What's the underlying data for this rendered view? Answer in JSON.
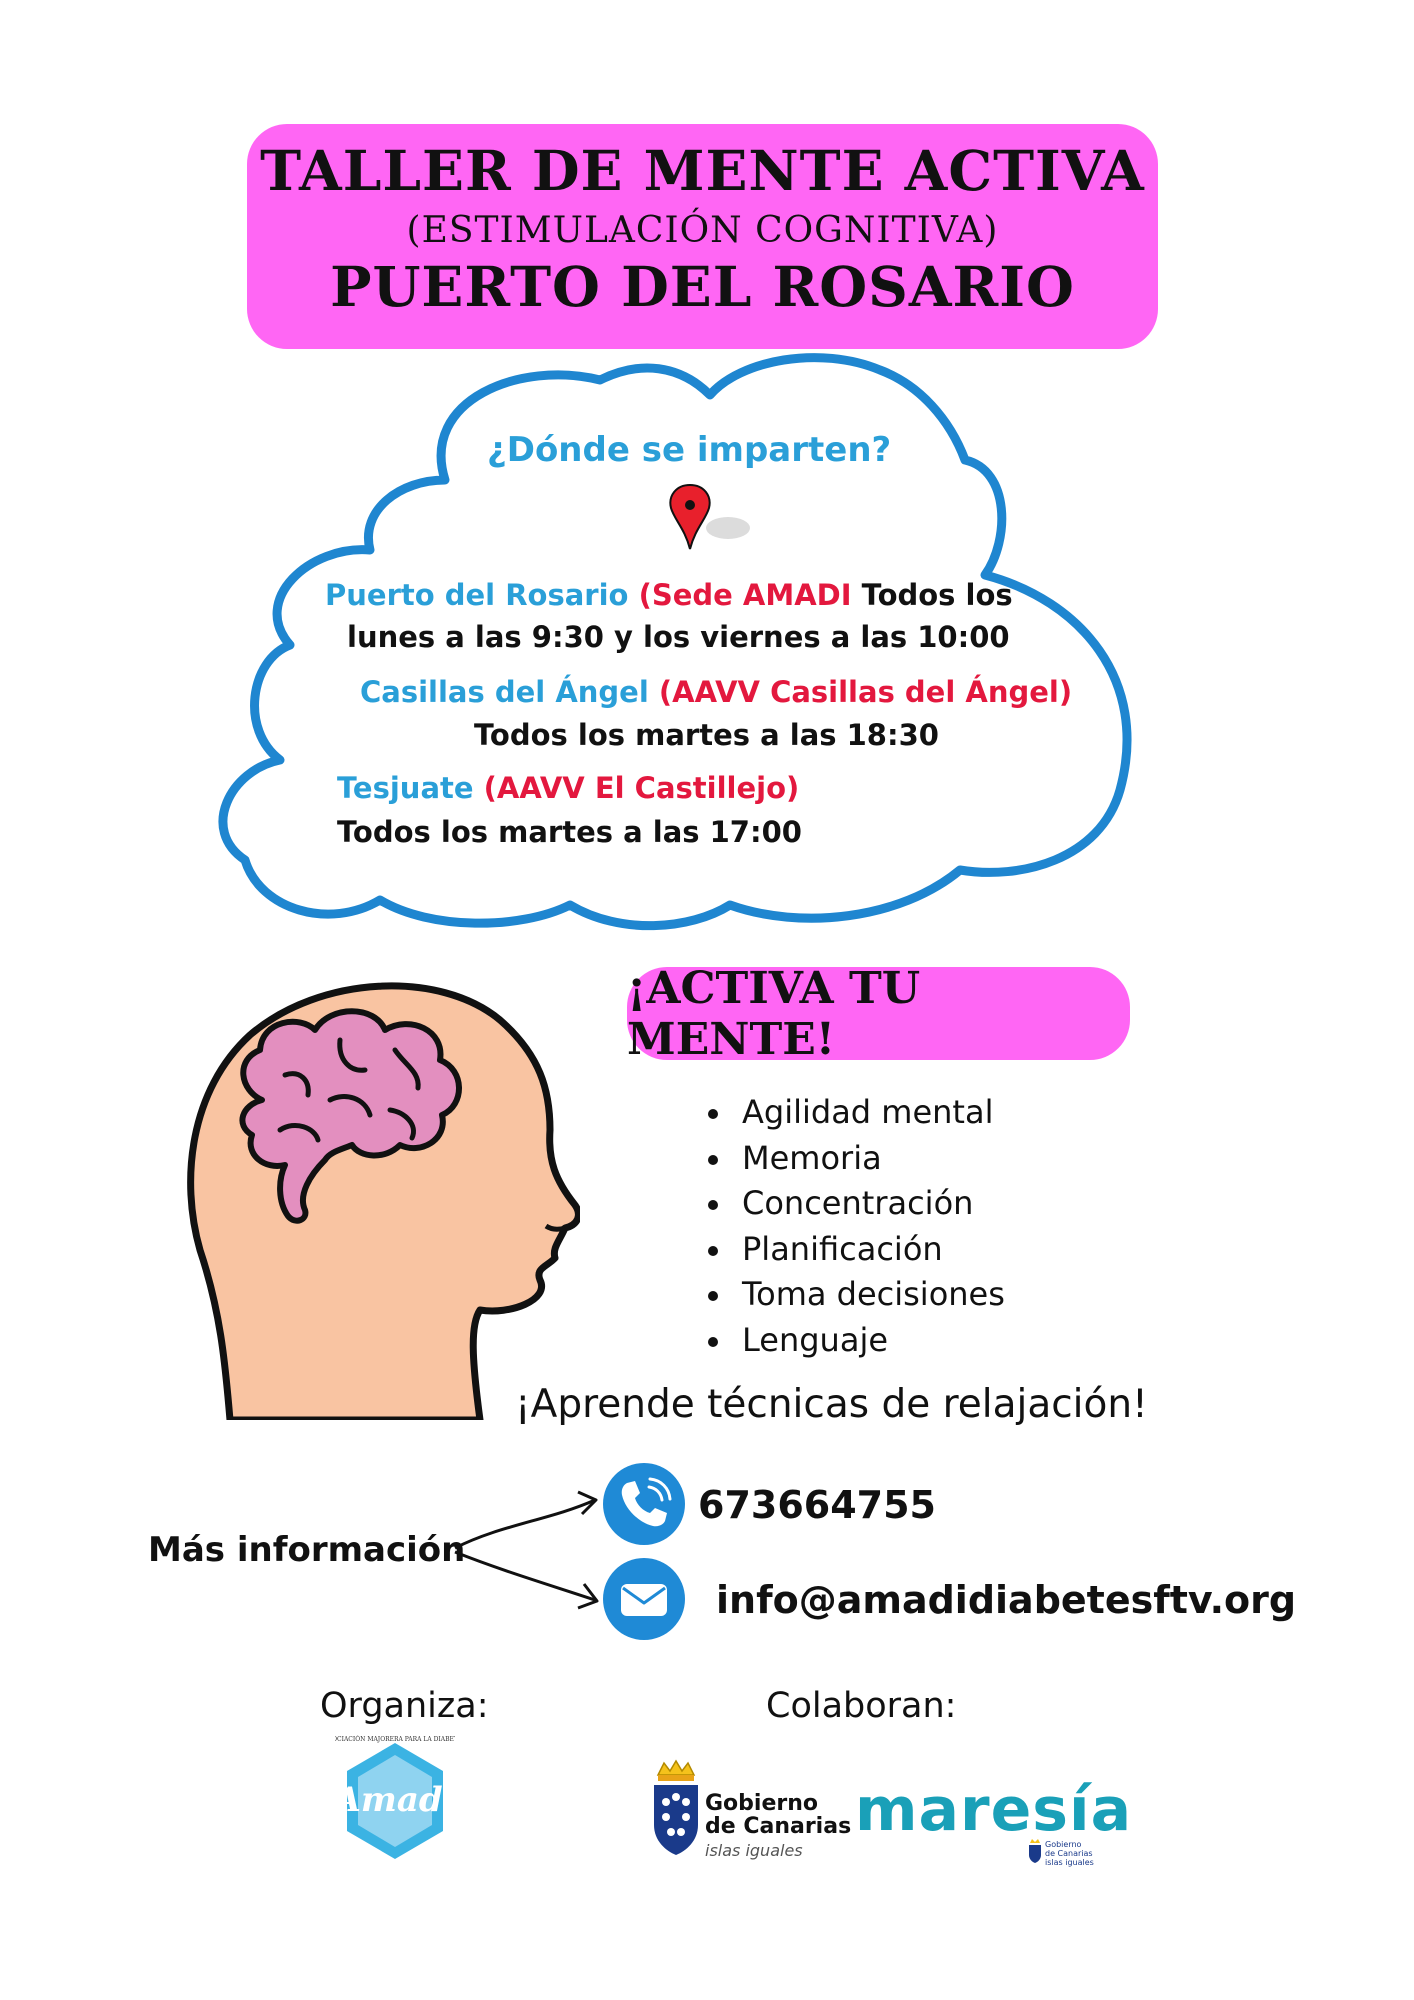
{
  "header": {
    "title_line1": "TALLER DE MENTE ACTIVA",
    "title_line2": "(ESTIMULACIÓN COGNITIVA)",
    "title_line3": "PUERTO DEL ROSARIO",
    "banner_color": "#ff66f4"
  },
  "locations": {
    "heading": "¿Dónde se imparten?",
    "pin_icon": "map-pin-icon",
    "items": [
      {
        "place": "Puerto del Rosario",
        "venue": "(Sede AMADI",
        "schedule_part1": "Todos los",
        "schedule_part2": "lunes a las 9:30 y los viernes a las 10:00"
      },
      {
        "place": "Casillas del Ángel",
        "venue": "(AAVV Casillas del Ángel)",
        "schedule": "Todos los martes a las 18:30"
      },
      {
        "place": "Tesjuate",
        "venue": "(AAVV El Castillejo)",
        "schedule": "Todos los martes a las 17:00"
      }
    ],
    "place_color": "#2a9fd8",
    "venue_color": "#e3183e",
    "cloud_outline_color": "#1f86d0"
  },
  "activa": {
    "badge": "¡ACTIVA TU MENTE!",
    "skills": [
      "Agilidad mental",
      "Memoria",
      "Concentración",
      "Planificación",
      "Toma decisiones",
      "Lenguaje"
    ],
    "relax": "¡Aprende técnicas de relajación!"
  },
  "contact": {
    "label": "Más información",
    "phone": "673664755",
    "email": "info@amadidiabetesftv.org",
    "phone_icon": "phone-icon",
    "email_icon": "envelope-icon",
    "icon_color": "#1f8ad6"
  },
  "footer": {
    "organiza_label": "Organiza:",
    "colaboran_label": "Colaboran:",
    "amadi_logo_text": "Amadi",
    "amadi_ring_text": "ASOCIACIÓN MAJORERA PARA LA DIABETES",
    "gobierno_line1": "Gobierno",
    "gobierno_line2": "de Canarias",
    "gobierno_tagline": "islas iguales",
    "maresia": "maresía",
    "mini_gobierno_line1": "Gobierno",
    "mini_gobierno_line2": "de Canarias",
    "mini_gobierno_line3": "islas iguales",
    "maresia_color": "#1aa0b8"
  }
}
